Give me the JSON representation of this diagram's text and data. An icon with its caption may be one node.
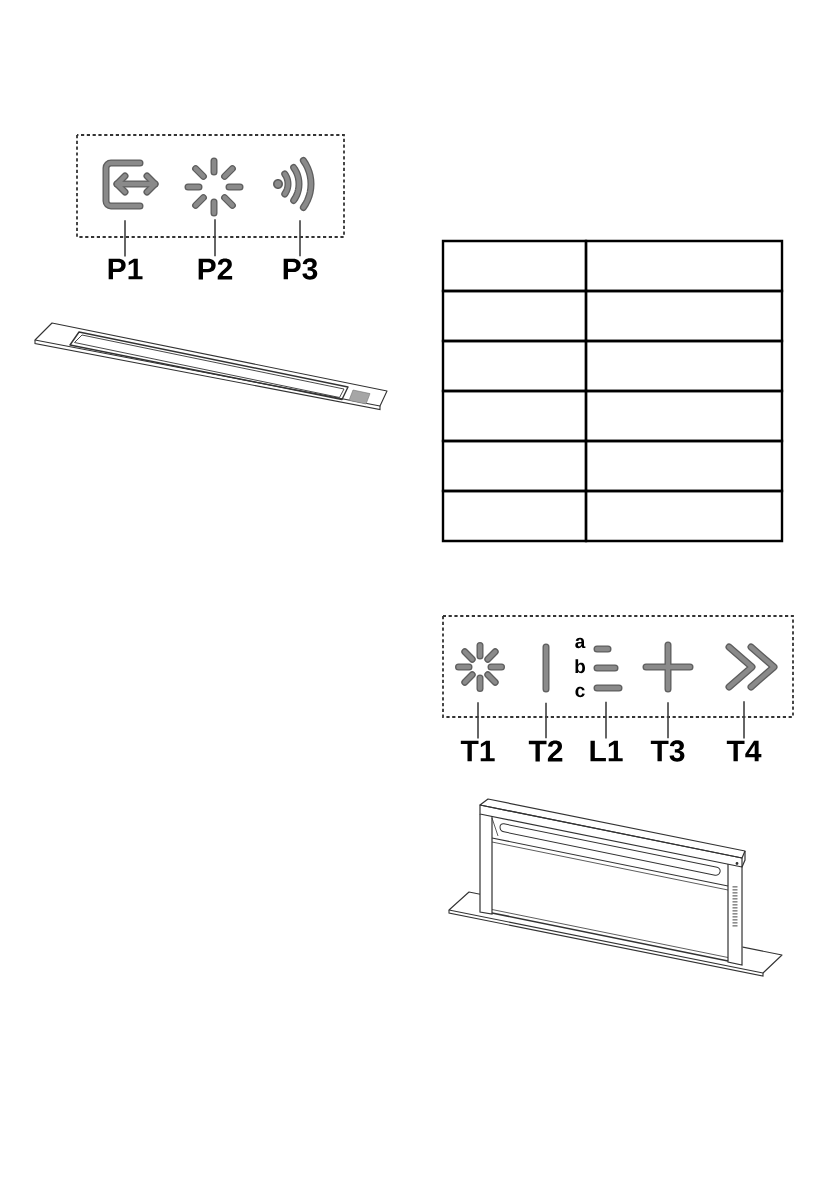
{
  "diagram": {
    "nodes": [
      {
        "text": [],
        "shape": "picture"
      },
      {
        "text": [],
        "shape": "picture"
      },
      {
        "text": [],
        "shape": "picture"
      },
      {
        "text": [
          "P1"
        ]
      },
      {
        "text": [
          "P2"
        ]
      },
      {
        "text": [
          "P3"
        ]
      },
      {
        "text": [],
        "shape": "picture"
      },
      {
        "text": [],
        "shape": "picture"
      },
      {
        "text": [],
        "shape": "picture"
      },
      {
        "text": [],
        "shape": "picture"
      },
      {
        "text": [],
        "shape": "picture"
      },
      {
        "text": [
          "T1"
        ]
      },
      {
        "text": [
          "T2"
        ]
      },
      {
        "text": [
          "L1"
        ]
      },
      {
        "text": [
          "T3"
        ]
      },
      {
        "text": [
          "T4"
        ]
      }
    ],
    "edges": [
      {
        "from": 3,
        "to": 0,
        "arrow": "none"
      },
      {
        "from": 4,
        "to": 1,
        "arrow": "none"
      },
      {
        "from": 5,
        "to": 2,
        "arrow": "none"
      },
      {
        "from": 11,
        "to": 6,
        "arrow": "none"
      },
      {
        "from": 12,
        "to": 7,
        "arrow": "none"
      },
      {
        "from": 13,
        "to": 8,
        "arrow": "none"
      },
      {
        "from": 14,
        "to": 9,
        "arrow": "none"
      },
      {
        "from": 15,
        "to": 10,
        "arrow": "none"
      }
    ],
    "labels": [
      "a",
      "b",
      "c"
    ]
  }
}
